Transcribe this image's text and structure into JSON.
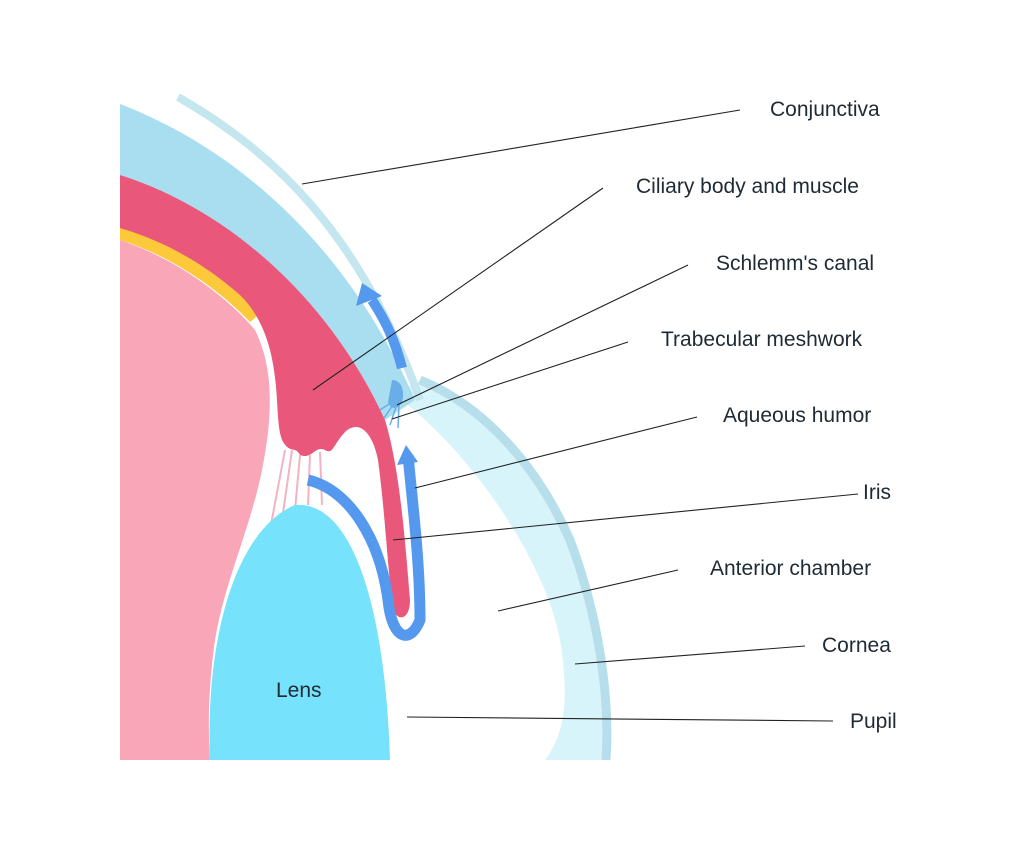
{
  "title": "Eye anterior segment anatomy",
  "colors": {
    "sclera": "#a9def1",
    "conjunctiva": "#c3e6ef",
    "ciliary_iris": "#e9587a",
    "yellow_layer": "#fcc93a",
    "vitreous": "#f9a6b8",
    "lens": "#76e2fb",
    "cornea": "#d8f4fb",
    "cornea_edge": "#b6dfeb",
    "aqueous_flow": "#5599ee"
  },
  "labels": {
    "conjunctiva": "Conjunctiva",
    "ciliary": "Ciliary body and muscle",
    "schlemm": "Schlemm's canal",
    "trabecular": "Trabecular meshwork",
    "aqueous": "Aqueous humor",
    "iris": "Iris",
    "anterior": "Anterior chamber",
    "cornea": "Cornea",
    "pupil": "Pupil",
    "lens": "Lens"
  }
}
